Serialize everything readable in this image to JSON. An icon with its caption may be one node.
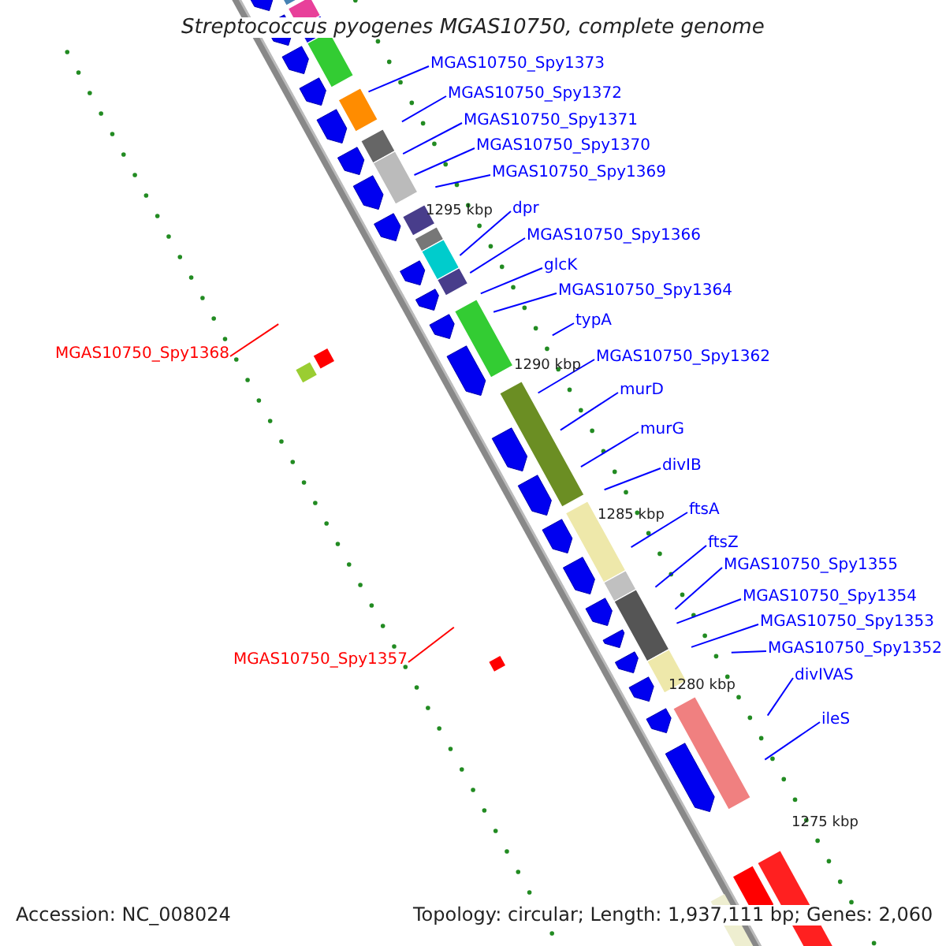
{
  "diagram": {
    "title": "Streptococcus pyogenes MGAS10750, complete genome",
    "nodes": [
      {
        "text": [
          "MGAS10750_Spy1373"
        ]
      },
      {
        "text": [
          "MGAS10750_Spy1372"
        ]
      },
      {
        "text": [
          "MGAS10750_Spy1371"
        ]
      },
      {
        "text": [
          "MGAS10750_Spy1370"
        ]
      },
      {
        "text": [
          "MGAS10750_Spy1369"
        ]
      },
      {
        "text": [
          "dpr"
        ]
      },
      {
        "text": [
          "MGAS10750_Spy1366"
        ]
      },
      {
        "text": [
          "glcK"
        ]
      },
      {
        "text": [
          "MGAS10750_Spy1364"
        ]
      },
      {
        "text": [
          "typA"
        ]
      },
      {
        "text": [
          "MGAS10750_Spy1362"
        ]
      },
      {
        "text": [
          "murD"
        ]
      },
      {
        "text": [
          "murG"
        ]
      },
      {
        "text": [
          "divIB"
        ]
      },
      {
        "text": [
          "ftsA"
        ]
      },
      {
        "text": [
          "ftsZ"
        ]
      },
      {
        "text": [
          "MGAS10750_Spy1355"
        ]
      },
      {
        "text": [
          "MGAS10750_Spy1354"
        ]
      },
      {
        "text": [
          "MGAS10750_Spy1353"
        ]
      },
      {
        "text": [
          "MGAS10750_Spy1352"
        ]
      },
      {
        "text": [
          "divIVAS"
        ]
      },
      {
        "text": [
          "ileS"
        ]
      },
      {
        "text": [
          "MGAS10750_Spy1368"
        ]
      },
      {
        "text": [
          "MGAS10750_Spy1357"
        ]
      }
    ],
    "edges": [
      {
        "from": 0,
        "to": null,
        "arrow": "none"
      },
      {
        "from": 1,
        "to": null,
        "arrow": "none"
      },
      {
        "from": 2,
        "to": null,
        "arrow": "none"
      },
      {
        "from": 3,
        "to": null,
        "arrow": "none"
      },
      {
        "from": 4,
        "to": null,
        "arrow": "none"
      },
      {
        "from": 5,
        "to": null,
        "arrow": "none"
      },
      {
        "from": 6,
        "to": null,
        "arrow": "none"
      },
      {
        "from": 7,
        "to": null,
        "arrow": "none"
      },
      {
        "from": 8,
        "to": null,
        "arrow": "none"
      },
      {
        "from": 9,
        "to": null,
        "arrow": "none"
      },
      {
        "from": 10,
        "to": null,
        "arrow": "none"
      },
      {
        "from": 11,
        "to": null,
        "arrow": "none"
      },
      {
        "from": 12,
        "to": null,
        "arrow": "none"
      },
      {
        "from": 13,
        "to": null,
        "arrow": "none"
      },
      {
        "from": 14,
        "to": null,
        "arrow": "none"
      },
      {
        "from": 15,
        "to": null,
        "arrow": "none"
      },
      {
        "from": 16,
        "to": null,
        "arrow": "none"
      },
      {
        "from": 17,
        "to": null,
        "arrow": "none"
      },
      {
        "from": 18,
        "to": null,
        "arrow": "none"
      },
      {
        "from": 19,
        "to": null,
        "arrow": "none"
      },
      {
        "from": 20,
        "to": null,
        "arrow": "none"
      },
      {
        "from": 21,
        "to": null,
        "arrow": "none"
      },
      {
        "from": 22,
        "to": null,
        "arrow": "none",
        "color": "#ff0000"
      },
      {
        "from": 23,
        "to": null,
        "arrow": "none",
        "color": "#ff0000"
      }
    ],
    "labels": [
      "1295 kbp",
      "1290 kbp",
      "1285 kbp",
      "1280 kbp",
      "1275 kbp",
      "Accession: NC_008024",
      "Topology: circular; Length: 1,937,111 bp; Genes: 2,060"
    ]
  }
}
